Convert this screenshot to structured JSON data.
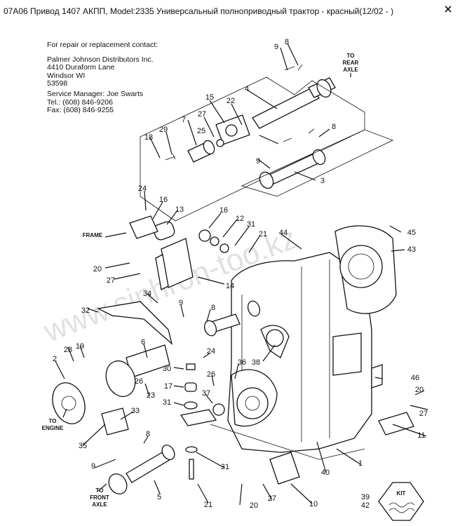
{
  "header": {
    "title": "07A06 Привод 1407 АКПП, Model:2335 Универсальный полноприводный трактор - красный(12/02 - )",
    "close_icon": "close-icon"
  },
  "contact": {
    "heading": "For repair or replacement contact:",
    "company": "Palmer Johnson Distributors Inc.",
    "street": "4410 Duraform Lane",
    "city": "Windsor WI",
    "zip": "53598",
    "manager": "Service Manager: Joe Swarts",
    "tel": "Tel.: (608) 846-9206",
    "fax": "Fax: (608) 846-9255"
  },
  "watermark": "www.sinhron-too.kz",
  "captions": {
    "rear_axle_1": "TO",
    "rear_axle_2": "REAR",
    "rear_axle_3": "AXLE",
    "frame": "FRAME",
    "engine_1": "TO",
    "engine_2": "ENGINE",
    "front_axle_1": "TO",
    "front_axle_2": "FRONT",
    "front_axle_3": "AXLE",
    "kit": "KIT"
  },
  "callouts": [
    {
      "id": "c-9a",
      "text": "9"
    },
    {
      "id": "c-8a",
      "text": "8"
    },
    {
      "id": "c-4",
      "text": "4"
    },
    {
      "id": "c-15",
      "text": "15"
    },
    {
      "id": "c-22",
      "text": "22"
    },
    {
      "id": "c-27a",
      "text": "27"
    },
    {
      "id": "c-7",
      "text": "7"
    },
    {
      "id": "c-25",
      "text": "25"
    },
    {
      "id": "c-29",
      "text": "29"
    },
    {
      "id": "c-18",
      "text": "18"
    },
    {
      "id": "c-8b",
      "text": "8"
    },
    {
      "id": "c-9b",
      "text": "9"
    },
    {
      "id": "c-3",
      "text": "3"
    },
    {
      "id": "c-24a",
      "text": "24"
    },
    {
      "id": "c-16a",
      "text": "16"
    },
    {
      "id": "c-13",
      "text": "13"
    },
    {
      "id": "c-16b",
      "text": "16"
    },
    {
      "id": "c-12",
      "text": "12"
    },
    {
      "id": "c-31a",
      "text": "31"
    },
    {
      "id": "c-21a",
      "text": "21"
    },
    {
      "id": "c-44",
      "text": "44"
    },
    {
      "id": "c-45",
      "text": "45"
    },
    {
      "id": "c-43",
      "text": "43"
    },
    {
      "id": "c-20a",
      "text": "20"
    },
    {
      "id": "c-27b",
      "text": "27"
    },
    {
      "id": "c-14",
      "text": "14"
    },
    {
      "id": "c-34",
      "text": "34"
    },
    {
      "id": "c-32",
      "text": "32"
    },
    {
      "id": "c-9c",
      "text": "9"
    },
    {
      "id": "c-8c",
      "text": "8"
    },
    {
      "id": "c-28",
      "text": "28"
    },
    {
      "id": "c-19",
      "text": "19"
    },
    {
      "id": "c-2",
      "text": "2"
    },
    {
      "id": "c-6",
      "text": "6"
    },
    {
      "id": "c-24b",
      "text": "24"
    },
    {
      "id": "c-30",
      "text": "30"
    },
    {
      "id": "c-38",
      "text": "38"
    },
    {
      "id": "c-36",
      "text": "36"
    },
    {
      "id": "c-26a",
      "text": "26"
    },
    {
      "id": "c-17",
      "text": "17"
    },
    {
      "id": "c-26b",
      "text": "26"
    },
    {
      "id": "c-23",
      "text": "23"
    },
    {
      "id": "c-31b",
      "text": "31"
    },
    {
      "id": "c-37",
      "text": "37"
    },
    {
      "id": "c-33",
      "text": "33"
    },
    {
      "id": "c-35",
      "text": "35"
    },
    {
      "id": "c-46",
      "text": "46"
    },
    {
      "id": "c-20b",
      "text": "20"
    },
    {
      "id": "c-27c",
      "text": "27"
    },
    {
      "id": "c-11",
      "text": "11"
    },
    {
      "id": "c-8d",
      "text": "8"
    },
    {
      "id": "c-9d",
      "text": "9"
    },
    {
      "id": "c-31c",
      "text": "31"
    },
    {
      "id": "c-40",
      "text": "40"
    },
    {
      "id": "c-1",
      "text": "1"
    },
    {
      "id": "c-5",
      "text": "5"
    },
    {
      "id": "c-20c",
      "text": "20"
    },
    {
      "id": "c-27d",
      "text": "27"
    },
    {
      "id": "c-10",
      "text": "10"
    },
    {
      "id": "c-21b",
      "text": "21"
    },
    {
      "id": "c-39",
      "text": "39"
    },
    {
      "id": "c-42",
      "text": "42"
    }
  ]
}
